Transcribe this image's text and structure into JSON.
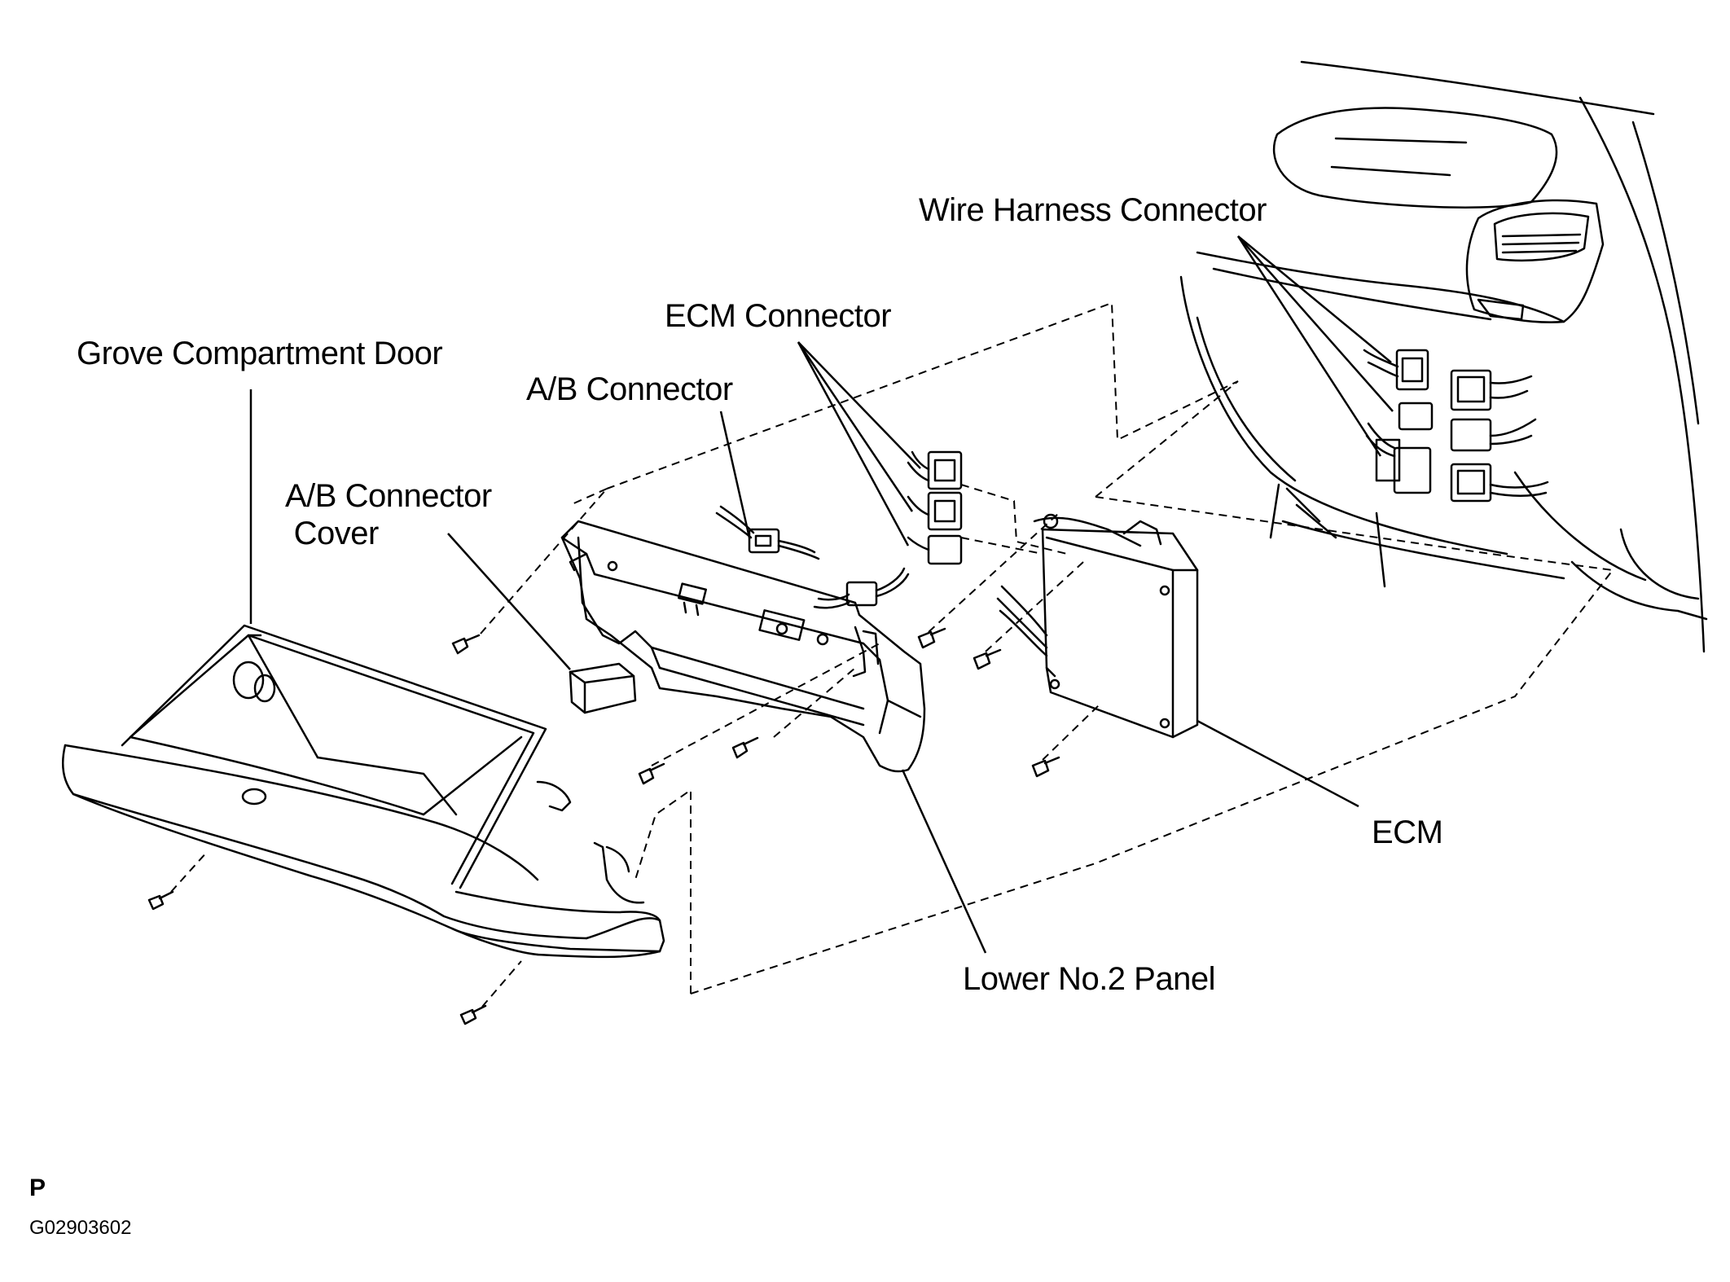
{
  "labels": {
    "wire_harness_connector": "Wire Harness Connector",
    "ecm_connector": "ECM Connector",
    "grove_compartment_door": "Grove Compartment Door",
    "ab_connector": "A/B Connector",
    "ab_connector_cover": "A/B Connector\n Cover",
    "ecm": "ECM",
    "lower_no2_panel": "Lower No.2 Panel"
  },
  "footer": {
    "view_code": "P",
    "figure_id": "G02903602"
  }
}
